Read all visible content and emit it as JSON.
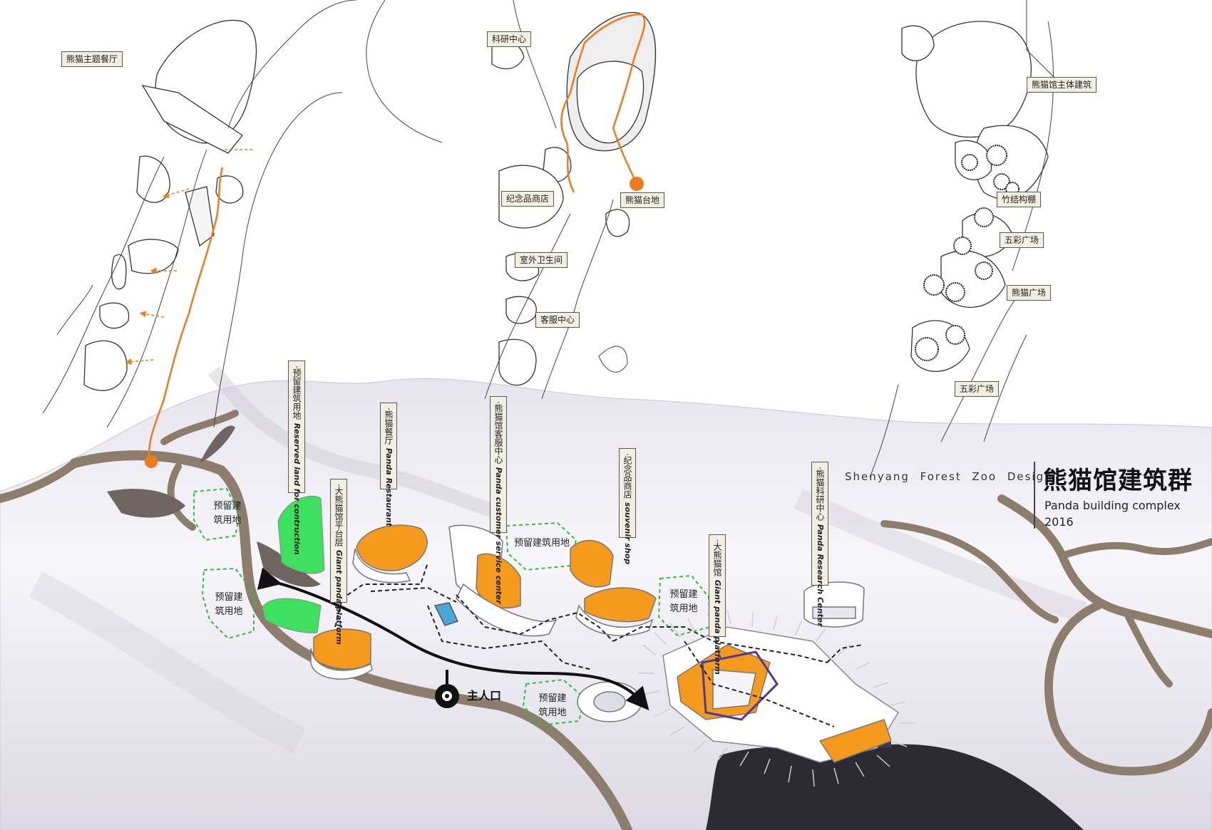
{
  "title": {
    "subtitle_en": "Shenyang Forest Zoo Design",
    "title_cn": "熊猫馆建筑群",
    "subtitle_en2": "Panda building complex",
    "year": "2016"
  },
  "plan_labels": {
    "panda_theme_restaurant": "熊猫主题餐厅",
    "research_center": "科研中心",
    "souvenir_shop": "纪念品商店",
    "panda_platform_site": "熊猫台地",
    "outdoor_restroom": "室外卫生间",
    "customer_service": "客服中心",
    "panda_main_building": "熊猫馆主体建筑",
    "bamboo_pergola": "竹结构棚",
    "colorful_plaza_1": "五彩广场",
    "panda_plaza": "熊猫广场",
    "colorful_plaza_2": "五彩广场"
  },
  "callouts": [
    {
      "cn": "·预留建筑用地",
      "en": "Reserved land for contruction"
    },
    {
      "cn": "·熊猫餐厅",
      "en": "Panda Restaurant"
    },
    {
      "cn": "·熊猫馆客服中心",
      "en": "Panda customer service center"
    },
    {
      "cn": "·纪念品商店",
      "en": "souvenir shop"
    },
    {
      "cn": "·熊猫科研中心",
      "en": "Panda Research Center"
    },
    {
      "cn": "·大熊猫馆平台层",
      "en": "Giant panda platform"
    },
    {
      "cn": "·大熊猫馆",
      "en": "Giant panda platform"
    }
  ],
  "reserved_land": [
    {
      "line1": "预留建",
      "line2": "筑用地"
    },
    {
      "line1": "预留建",
      "line2": "筑用地"
    },
    {
      "line1": "预留建筑用地",
      "line2": ""
    },
    {
      "line1": "预留建",
      "line2": "筑用地"
    },
    {
      "line1": "预留建",
      "line2": "筑用地"
    }
  ],
  "main_entrance": "主人口",
  "colors": {
    "route": "#f07a1e",
    "building_orange": "#f59a1d",
    "green_land": "#3ee05f",
    "road": "#8d7d6c",
    "label_bg": "#f1eee2",
    "dashed_reserve": "#2fbf3c"
  }
}
